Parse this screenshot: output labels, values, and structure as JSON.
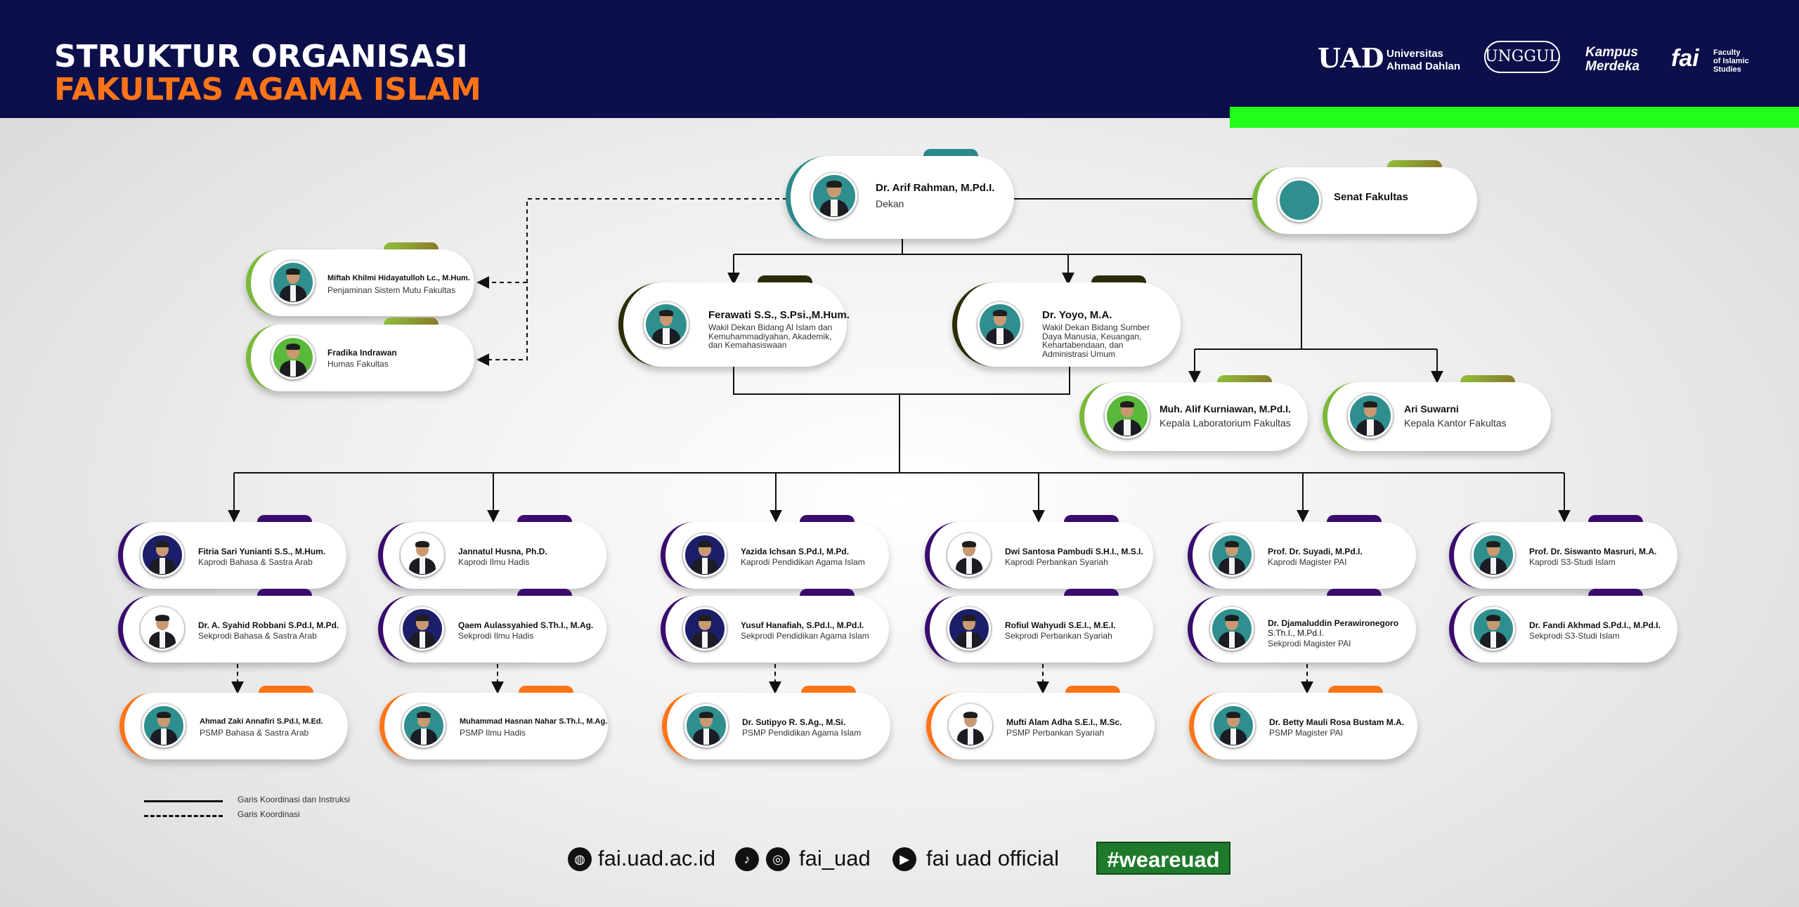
{
  "header": {
    "title_line1": "STRUKTUR ORGANISASI",
    "title_line2": "FAKULTAS AGAMA ISLAM",
    "accent_bar_color": "#22ff18"
  },
  "logos": {
    "uad_mark": "UAD",
    "uad_line1": "Universitas",
    "uad_line2": "Ahmad Dahlan",
    "unggul": "UNGGUL",
    "kampus_line1": "Kampus",
    "kampus_line2": "Merdeka",
    "fai_mark": "fai",
    "fai_line1": "Faculty",
    "fai_line2": "of Islamic",
    "fai_line3": "Studies"
  },
  "org": {
    "dekan": {
      "name": "Dr. Arif Rahman, M.Pd.I.",
      "role": "Dekan"
    },
    "senat": {
      "name": "Senat Fakultas",
      "role": ""
    },
    "penjaminan": {
      "name": "Miftah Khilmi Hidayatulloh Lc., M.Hum.",
      "role": "Penjaminan Sistem Mutu Fakultas"
    },
    "humas": {
      "name": "Fradika Indrawan",
      "role": "Humas Fakultas"
    },
    "wd1": {
      "name": "Ferawati S.S., S.Psi.,M.Hum.",
      "role": "Wakil Dekan Bidang Al Islam dan Kemuhammadiyahan, Akademik, dan Kemahasiswaan"
    },
    "wd2": {
      "name": "Dr. Yoyo, M.A.",
      "role": "Wakil Dekan Bidang Sumber Daya Manusia, Keuangan, Kehartabendaan, dan Administrasi Umum"
    },
    "lab": {
      "name": "Muh. Alif Kurniawan, M.Pd.I.",
      "role": "Kepala Laboratorium Fakultas"
    },
    "kantor": {
      "name": "Ari Suwarni",
      "role": "Kepala Kantor Fakultas"
    },
    "prodi": [
      {
        "kaprodi": {
          "name": "Fitria Sari Yunianti S.S., M.Hum.",
          "role": "Kaprodi Bahasa & Sastra Arab"
        },
        "sekprodi": {
          "name": "Dr. A. Syahid Robbani S.Pd.I, M.Pd.",
          "role": "Sekprodi Bahasa & Sastra Arab"
        },
        "psmp": {
          "name": "Ahmad Zaki Annafiri S.Pd.I, M.Ed.",
          "role": "PSMP Bahasa & Sastra Arab"
        }
      },
      {
        "kaprodi": {
          "name": "Jannatul Husna, Ph.D.",
          "role": "Kaprodi Ilmu Hadis"
        },
        "sekprodi": {
          "name": "Qaem Aulassyahied S.Th.I., M.Ag.",
          "role": "Sekprodi Ilmu Hadis"
        },
        "psmp": {
          "name": "Muhammad Hasnan Nahar S.Th.I., M.Ag.",
          "role": "PSMP Ilmu Hadis"
        }
      },
      {
        "kaprodi": {
          "name": "Yazida Ichsan S.Pd.I, M.Pd.",
          "role": "Kaprodi Pendidikan Agama Islam"
        },
        "sekprodi": {
          "name": "Yusuf Hanafiah, S.Pd.I., M.Pd.I.",
          "role": "Sekprodi Pendidikan Agama Islam"
        },
        "psmp": {
          "name": "Dr. Sutipyo R. S.Ag., M.Si.",
          "role": "PSMP Pendidikan Agama Islam"
        }
      },
      {
        "kaprodi": {
          "name": "Dwi Santosa Pambudi S.H.I., M.S.I.",
          "role": "Kaprodi Perbankan Syariah"
        },
        "sekprodi": {
          "name": "Rofiul Wahyudi S.E.I., M.E.I.",
          "role": "Sekprodi Perbankan Syariah"
        },
        "psmp": {
          "name": "Mufti Alam Adha S.E.I., M.Sc.",
          "role": "PSMP Perbankan Syariah"
        }
      },
      {
        "kaprodi": {
          "name": "Prof. Dr. Suyadi, M.Pd.I.",
          "role": "Kaprodi Magister PAI"
        },
        "sekprodi": {
          "name": "Dr. Djamaluddin Perawironegoro",
          "name2": "S.Th.I., M.Pd.I.",
          "role": "Sekprodi Magister PAI"
        },
        "psmp": {
          "name": "Dr. Betty Mauli Rosa Bustam M.A.",
          "role": "PSMP Magister PAI"
        }
      },
      {
        "kaprodi": {
          "name": "Prof. Dr. Siswanto Masruri, M.A.",
          "role": "Kaprodi S3-Studi Islam"
        },
        "sekprodi": {
          "name": "Dr. Fandi Akhmad S.Pd.I., M.Pd.I.",
          "role": "Sekprodi S3-Studi Islam"
        }
      }
    ]
  },
  "colors": {
    "dekan": "#2a8a8c",
    "wakil": "#2c2c08",
    "staff_green": "#7bb93a",
    "prodi": "#3a0c6e",
    "psmp": "#ff7417"
  },
  "legend": {
    "solid": "Garis Koordinasi dan Instruksi",
    "dashed": "Garis Koordinasi"
  },
  "footer": {
    "website": "fai.uad.ac.id",
    "social": "fai_uad",
    "youtube": "fai uad official",
    "hashtag": "#weareuad"
  }
}
